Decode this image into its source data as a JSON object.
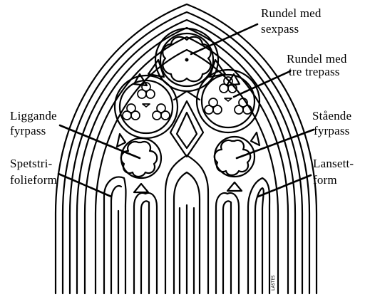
{
  "labels": {
    "rundel_sexpass": [
      "Rundel med",
      "sexpass"
    ],
    "rundel_trepass": [
      "Rundel med",
      "tre trepass"
    ],
    "liggande_fyrpass": [
      "Liggande",
      "fyrpass"
    ],
    "staende_fyrpass": [
      "Stående",
      "fyrpass"
    ],
    "spetstrifolieform": [
      "Spetstri-",
      "folieform"
    ],
    "lansettform": [
      "Lansett-",
      "form"
    ]
  },
  "stamp_text": "LASTES"
}
